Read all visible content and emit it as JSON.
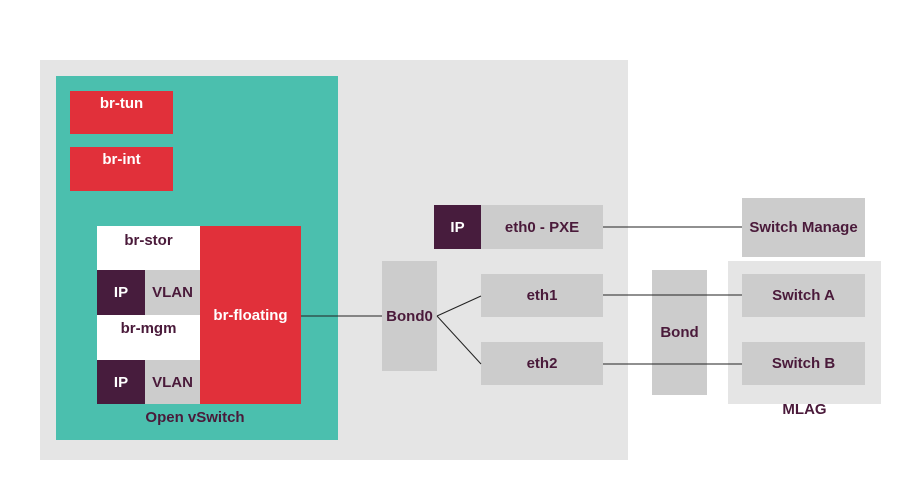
{
  "host": {
    "ovs": {
      "caption": "Open vSwitch",
      "br_tun": "br-tun",
      "br_int": "br-int",
      "br_stor": "br-stor",
      "br_mgm": "br-mgm",
      "br_floating": "br-floating",
      "ip_stor": "IP",
      "vlan_stor": "VLAN",
      "ip_mgm": "IP",
      "vlan_mgm": "VLAN"
    },
    "bond0": "Bond0",
    "eth0_ip": "IP",
    "eth0": "eth0 - PXE",
    "eth1": "eth1",
    "eth2": "eth2"
  },
  "network": {
    "bond": "Bond",
    "switch_manage": "Switch Manage",
    "switch_a": "Switch A",
    "switch_b": "Switch B",
    "mlag": "MLAG"
  },
  "colors": {
    "host_bg": "#e5e5e5",
    "ovs_teal": "#4bbfae",
    "bridge_red": "#e1303a",
    "ip_dark": "#471c3d",
    "box_gray": "#cccccc",
    "text": "#4a1a3a"
  }
}
